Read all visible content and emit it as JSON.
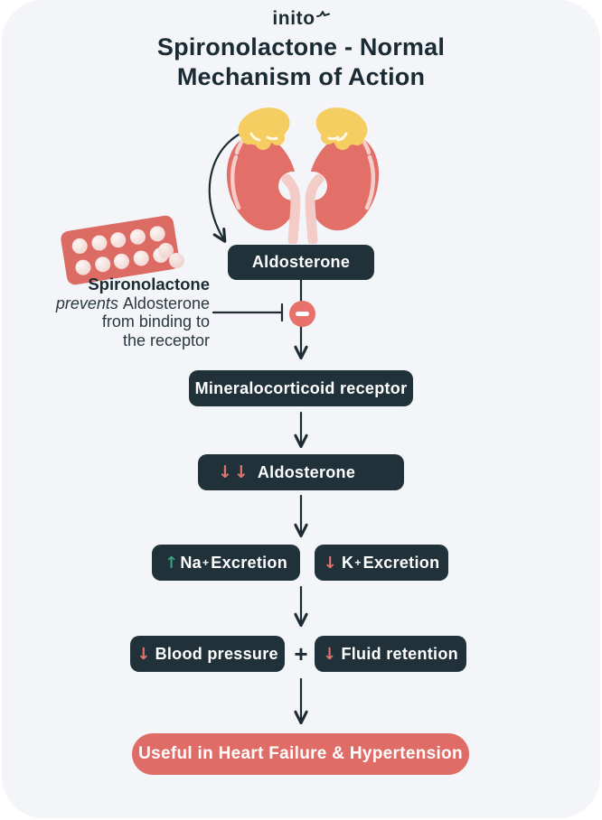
{
  "logo": {
    "text": "inito"
  },
  "title": {
    "line1": "Spironolactone - Normal",
    "line2": "Mechanism of Action"
  },
  "annotation": {
    "bold": "Spironolactone",
    "italic": "prevents",
    "line1_rest": "Aldosterone",
    "line2": "from binding to",
    "line3": "the receptor"
  },
  "boxes": {
    "aldosterone": "Aldosterone",
    "receptor": "Mineralocorticoid receptor",
    "aldosterone_decreased": {
      "arrows": "↓↓",
      "label": "Aldosterone"
    },
    "na_excretion": {
      "arrow": "↑",
      "symbol": "Na",
      "sup": "+",
      "label": "Excretion"
    },
    "k_excretion": {
      "arrow": "↓",
      "symbol": "K",
      "sup": "+",
      "label": "Excretion"
    },
    "blood_pressure": {
      "arrow": "↓",
      "label": "Blood pressure"
    },
    "fluid_retention": {
      "arrow": "↓",
      "label": "Fluid retention"
    },
    "outcome": "Useful in Heart Failure & Hypertension"
  },
  "operators": {
    "plus": "+"
  },
  "colors": {
    "card_bg": "#F4F5F8",
    "dark_box": "#20313A",
    "salmon": "#DF6C66",
    "salmon_arrow": "#E0746D",
    "green_arrow": "#36A183",
    "adrenal_yellow": "#F6CD61",
    "kidney_red": "#E26F68",
    "ureter_pink": "#F3CCC7",
    "text_dark": "#1B2B33"
  }
}
